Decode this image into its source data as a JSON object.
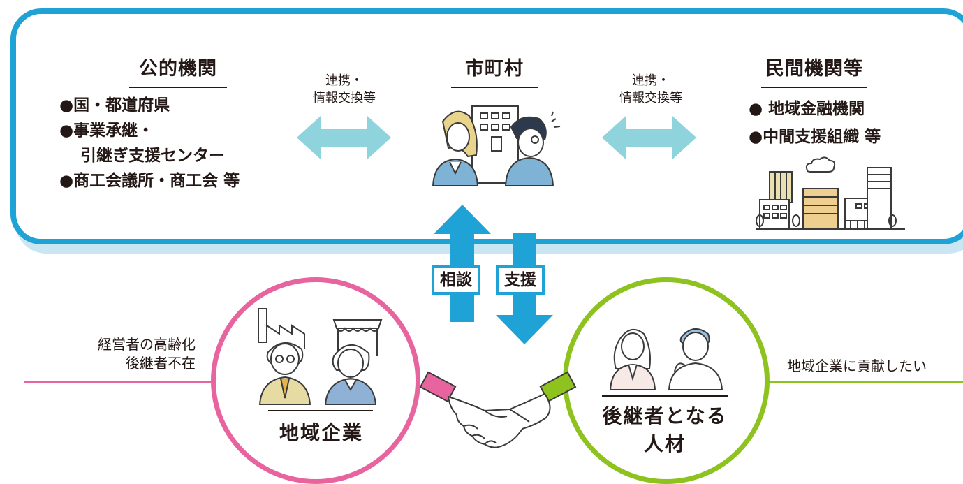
{
  "left_box": {
    "heading": "公的機関",
    "items": [
      "●国・都道府県",
      "●事業承継・",
      "引継ぎ支援センター",
      "●商工会議所・商工会 等"
    ]
  },
  "center_box": {
    "heading": "市町村"
  },
  "right_box": {
    "heading": "民間機関等",
    "items": [
      "● 地域金融機関",
      "●中間支援組織 等"
    ]
  },
  "arrows": {
    "left_label": [
      "連携・",
      "情報交換等"
    ],
    "right_label": [
      "連携・",
      "情報交換等"
    ],
    "up_label": "相談",
    "down_label": "支援"
  },
  "company": {
    "issues": [
      "経営者の高齢化",
      "後継者不在"
    ],
    "label": "地域企業",
    "color": "#e8649f"
  },
  "successor": {
    "wish": "地域企業に貢献したい",
    "label": [
      "後継者となる",
      "人材"
    ],
    "color": "#8dc21f"
  },
  "colors": {
    "accent_blue": "#1fa2d6",
    "arrow_light": "#8fd3dc",
    "line_gray": "#555555"
  }
}
